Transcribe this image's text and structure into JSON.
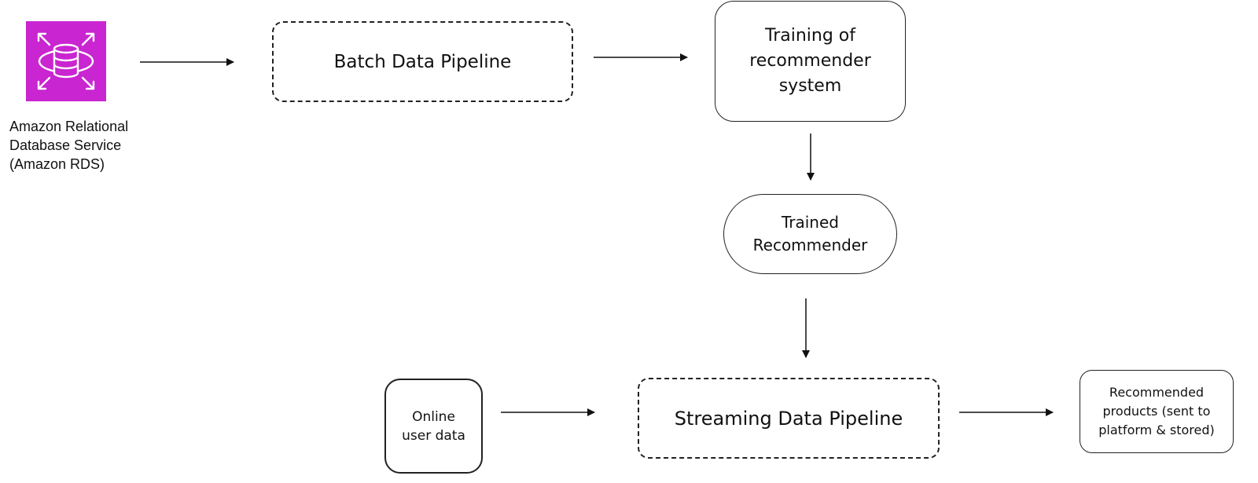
{
  "rds": {
    "icon": "amazon-rds-icon",
    "icon_color": "#C925D1",
    "label": "Amazon Relational\nDatabase Service\n(Amazon RDS)"
  },
  "batch_pipeline": {
    "label": "Batch Data Pipeline"
  },
  "training": {
    "label": "Training of\nrecommender\nsystem"
  },
  "trained_recommender": {
    "label": "Trained\nRecommender"
  },
  "streaming_pipeline": {
    "label": "Streaming Data Pipeline"
  },
  "online_user_data": {
    "label": "Online\nuser data"
  },
  "recommended_products": {
    "label": "Recommended\nproducts (sent to\nplatform & stored)"
  }
}
